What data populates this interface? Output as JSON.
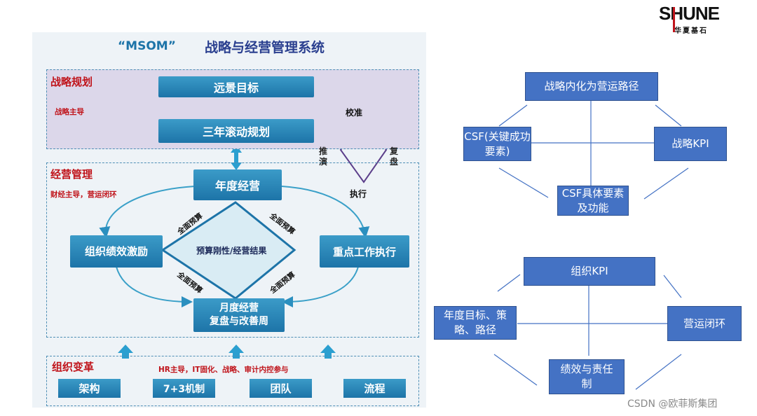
{
  "left": {
    "title_quote": "“MSOM”",
    "title_main": "战略与经营管理系统",
    "strategy": {
      "title": "战略规划",
      "note": "战略主导",
      "vision": "远景目标",
      "three_year": "三年滚动规划",
      "diamond": {
        "top": "校准",
        "left": "推演",
        "right": "复盘",
        "bottom": "执行"
      }
    },
    "operation": {
      "title": "经营管理",
      "note": "财经主导，营运闭环",
      "annual": "年度经营",
      "org_perf": "组织绩效激励",
      "key_exec": "重点工作执行",
      "monthly_line1": "月度经营",
      "monthly_line2": "复盘与改善周",
      "center": "预算刚性/经营结果",
      "budget_label": "全面预算"
    },
    "org_change": {
      "title": "组织变革",
      "note": "HR主导，IT固化、战略、审计内控参与",
      "items": [
        "架构",
        "7+3机制",
        "团队",
        "流程"
      ]
    }
  },
  "logo": {
    "text": "SHUNE",
    "sub": "华夏基石"
  },
  "right_top": {
    "top": "战略内化为营运路径",
    "left": "CSF(关键成功要素)",
    "right": "战略KPI",
    "bottom": "CSF具体要素及功能"
  },
  "right_bottom": {
    "top": "组织KPI",
    "left": "年度目标、策略、路径",
    "right": "营运闭环",
    "bottom": "绩效与责任制"
  },
  "watermark": "CSDN @欧菲斯集团",
  "colors": {
    "blue_box": "#4472c4",
    "red_text": "#c0141b",
    "teal": "#1d74a8"
  }
}
